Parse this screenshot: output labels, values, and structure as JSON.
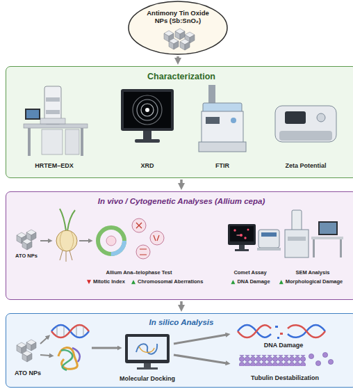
{
  "diagram": {
    "nodes": [
      {
        "text": [
          "Antimony Tin Oxide NPs (Sb:SnO₂)"
        ]
      },
      {
        "text": [
          "Characterization"
        ]
      },
      {
        "text": [
          "In vivo / Cytogenetic Analyses (Allium cepa)"
        ]
      },
      {
        "text": [
          "In silico Analysis"
        ]
      }
    ],
    "edges": [
      {
        "from": 0,
        "to": 1,
        "arrow": "to"
      },
      {
        "from": 1,
        "to": 2,
        "arrow": "to"
      },
      {
        "from": 2,
        "to": 3,
        "arrow": "to"
      }
    ],
    "labels": [
      "HRTEM–EDX",
      "XRD",
      "FTIR",
      "Zeta Potential",
      "ATO NPs",
      "Allium Ana–telophase Test",
      "Mitotic Index",
      "Chromosomal Aberrations",
      "Comet Assay",
      "DNA Damage",
      "SEM Analysis",
      "Morphological Damage",
      "ATO NPs",
      "Molecular Docking",
      "DNA Damage",
      "Tubulin Destabilization"
    ]
  }
}
